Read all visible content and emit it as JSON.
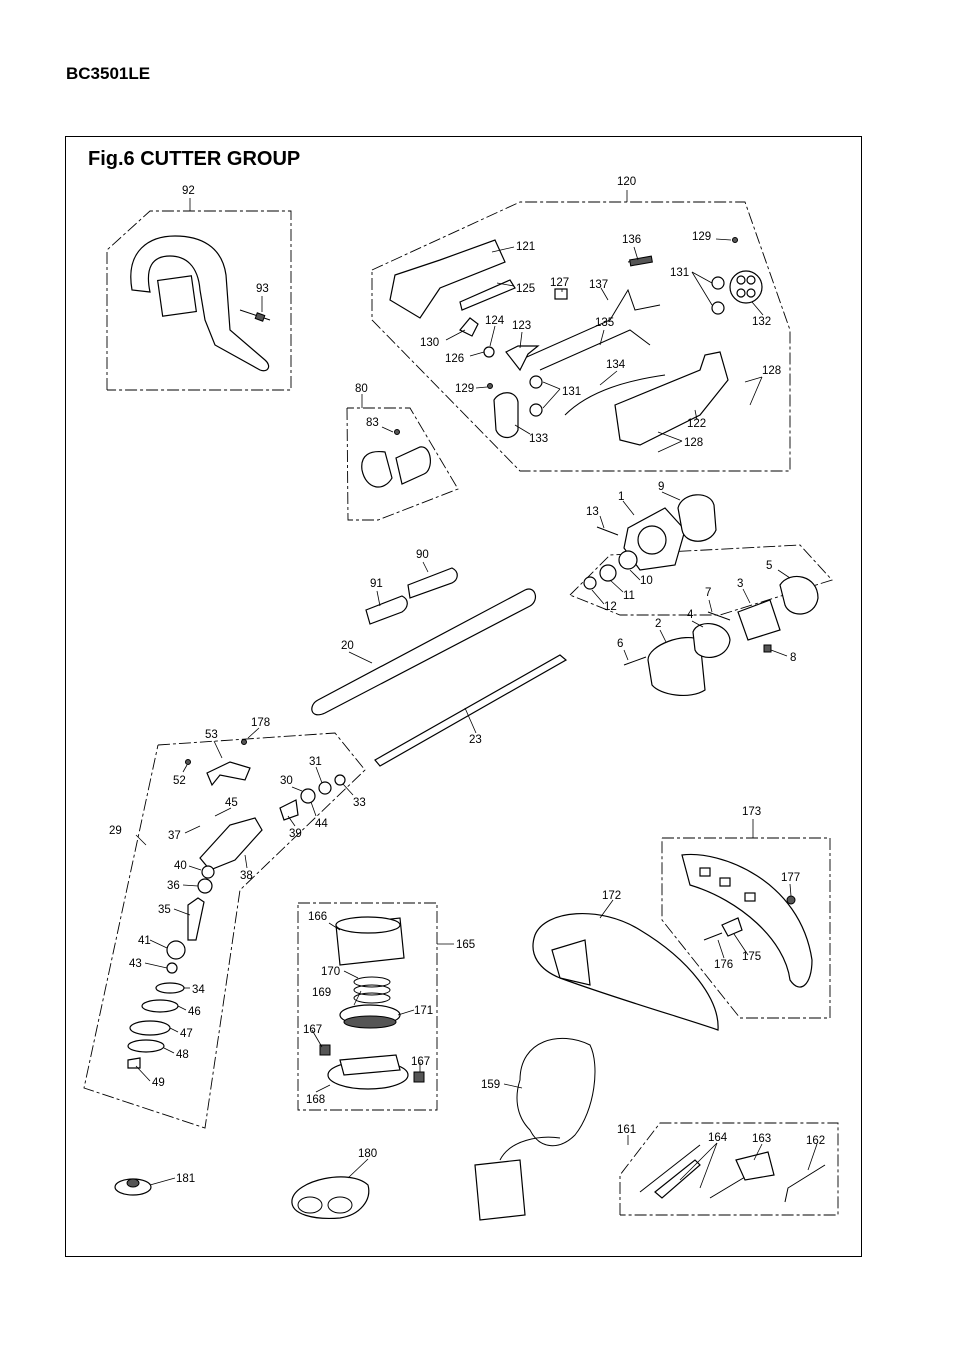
{
  "model": "BC3501LE",
  "figure_title": "Fig.6  CUTTER GROUP",
  "part_labels": [
    "92",
    "93",
    "120",
    "121",
    "136",
    "129",
    "131",
    "132",
    "125",
    "127",
    "137",
    "130",
    "124",
    "123",
    "135",
    "126",
    "134",
    "128",
    "129",
    "131",
    "133",
    "122",
    "128",
    "80",
    "83",
    "1",
    "9",
    "13",
    "10",
    "11",
    "12",
    "5",
    "3",
    "7",
    "4",
    "2",
    "6",
    "8",
    "90",
    "91",
    "20",
    "23",
    "178",
    "53",
    "52",
    "31",
    "30",
    "33",
    "45",
    "44",
    "39",
    "37",
    "29",
    "40",
    "38",
    "36",
    "35",
    "41",
    "43",
    "34",
    "46",
    "47",
    "48",
    "49",
    "173",
    "177",
    "172",
    "176",
    "175",
    "166",
    "165",
    "170",
    "169",
    "171",
    "167",
    "167",
    "168",
    "159",
    "161",
    "164",
    "163",
    "162",
    "181",
    "180"
  ]
}
